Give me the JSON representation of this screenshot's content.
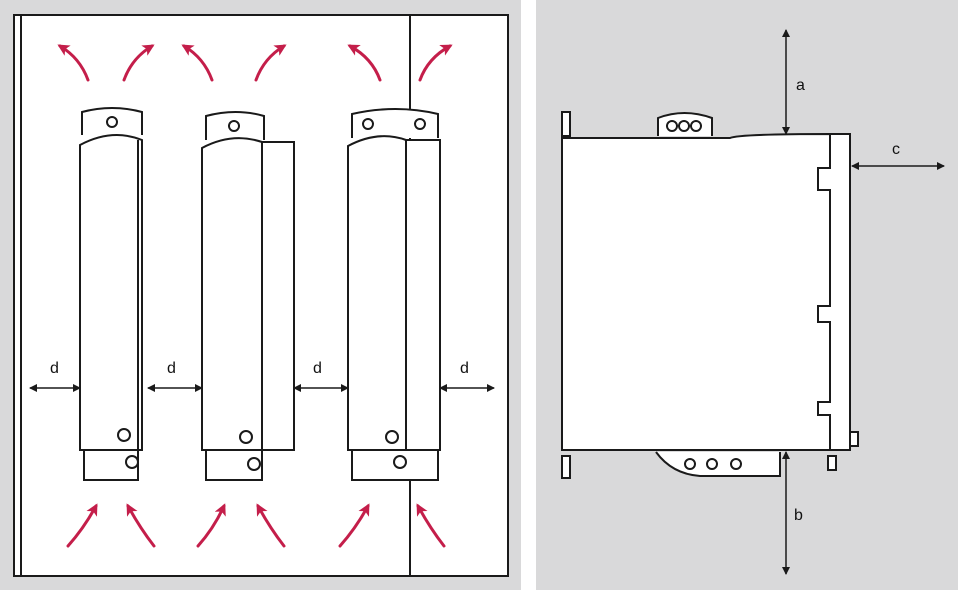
{
  "labels": {
    "side_clearance": "d",
    "top_clearance": "a",
    "bottom_clearance": "b",
    "front_clearance": "c"
  },
  "colors": {
    "airflow": "#c41e4a",
    "panel_bg": "#d9d9da",
    "line": "#1a1a1a"
  },
  "icons": [
    "airflow-arrow-icon",
    "dimension-arrow-icon",
    "screw-terminal-icon",
    "keyhole-mount-icon"
  ]
}
